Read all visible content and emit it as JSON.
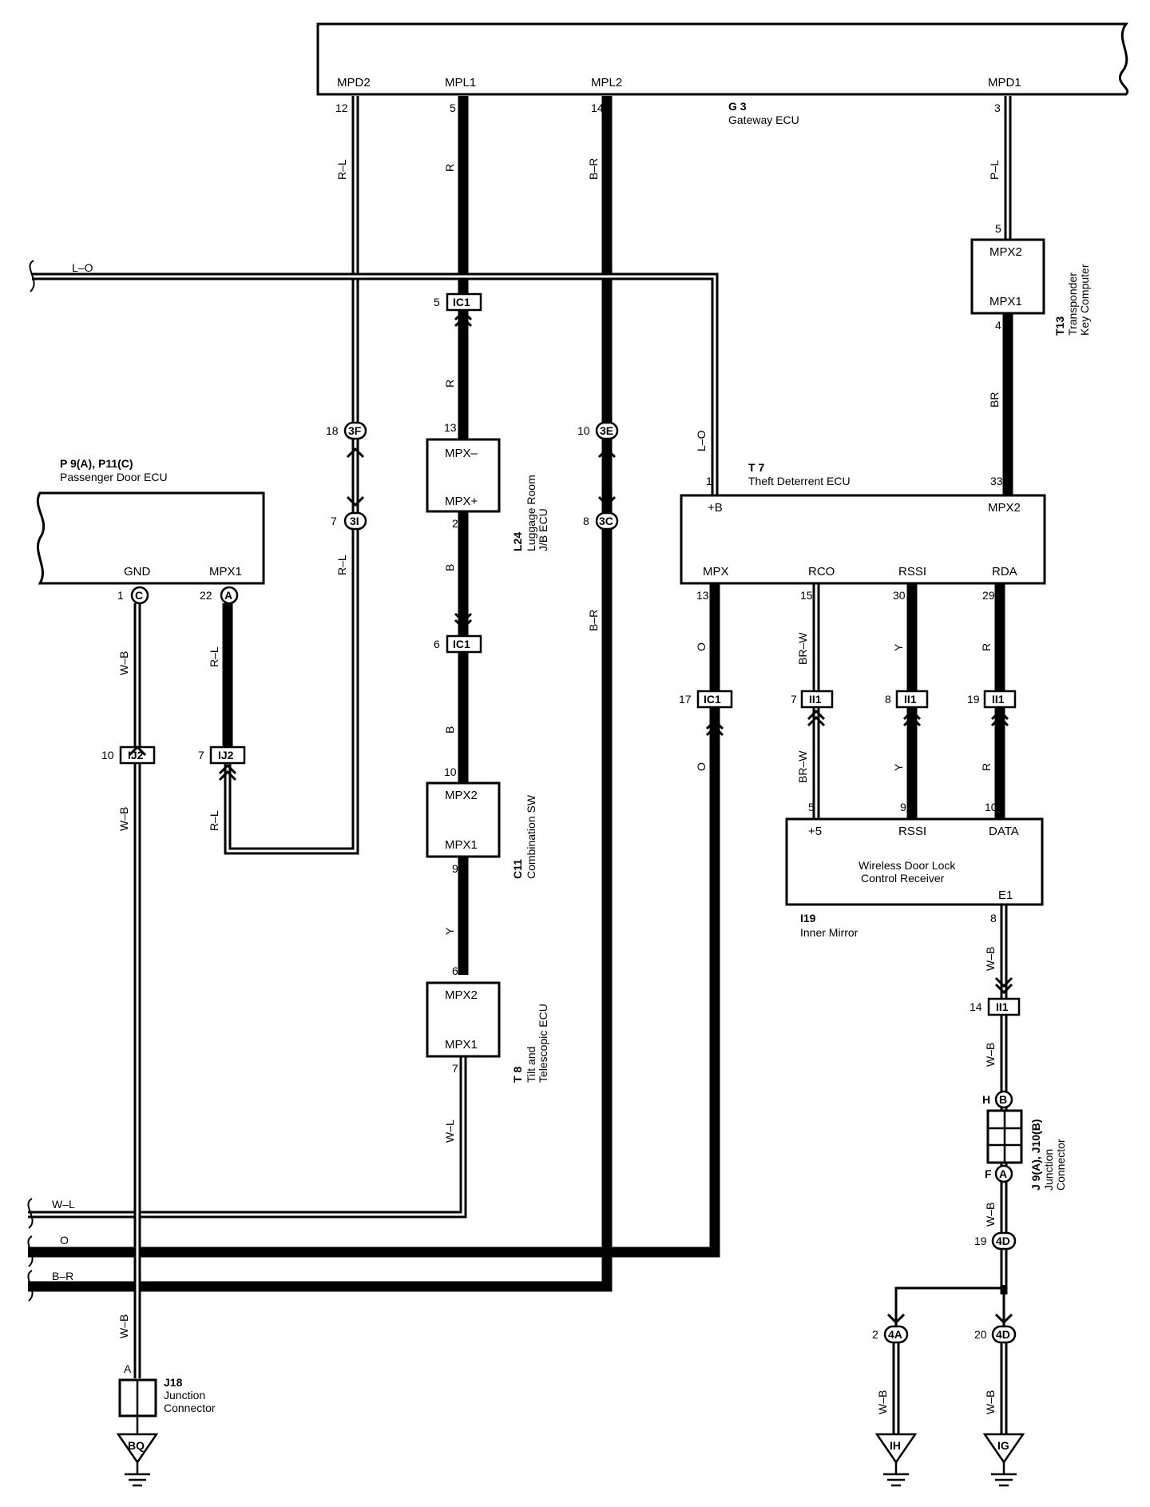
{
  "gateway": {
    "code": "G 3",
    "name": "Gateway ECU",
    "pins": [
      "MPD2",
      "MPL1",
      "MPL2",
      "MPD1"
    ],
    "pin_numbers": [
      "12",
      "5",
      "14",
      "3"
    ]
  },
  "passenger": {
    "code": "P 9(A), P11(C)",
    "name": "Passenger Door ECU",
    "pins": [
      "GND",
      "MPX1"
    ],
    "pin_numbers": [
      "1",
      "22"
    ],
    "letters": [
      "C",
      "A"
    ]
  },
  "luggage": {
    "code": "L24",
    "name1": "Luggage Room",
    "name2": "J/B ECU",
    "pin_top": "MPX–",
    "pin_bot": "MPX+",
    "num_top": "13",
    "num_bot": "2"
  },
  "combination": {
    "code": "C11",
    "name": "Combination SW",
    "pin_top": "MPX2",
    "pin_bot": "MPX1",
    "num_top": "10",
    "num_bot": "9"
  },
  "tilt": {
    "code": "T 8",
    "name1": "Tilt and",
    "name2": "Telescopic ECU",
    "pin_top": "MPX2",
    "pin_bot": "MPX1",
    "num_top": "6",
    "num_bot": "7"
  },
  "transponder": {
    "code": "T13",
    "name1": "Transponder",
    "name2": "Key Computer",
    "pin_top": "MPX2",
    "pin_bot": "MPX1",
    "num_top": "5",
    "num_bot": "4"
  },
  "theft": {
    "code": "T 7",
    "name": "Theft Deterrent ECU",
    "pin_b": "+B",
    "pin_mpx2": "MPX2",
    "pins": [
      "MPX",
      "RCO",
      "RSSI",
      "RDA"
    ],
    "pin_numbers": [
      "13",
      "15",
      "30",
      "29"
    ],
    "num_b": "1",
    "num_mpx2": "33"
  },
  "receiver": {
    "code": "I19",
    "name": "Inner Mirror",
    "title1": "Wireless Door Lock",
    "title2": "Control Receiver",
    "pins": [
      "+5",
      "RSSI",
      "DATA"
    ],
    "pin_numbers": [
      "5",
      "9",
      "10"
    ],
    "pin_e1": "E1",
    "num_e1": "8"
  },
  "j18": {
    "code": "J18",
    "name1": "Junction",
    "name2": "Connector",
    "pin": "A"
  },
  "j9": {
    "code": "J 9(A), J10(B)",
    "name1": "Junction",
    "name2": "Connector",
    "top_letter": "H",
    "top_pin": "B",
    "bot_letter": "F",
    "bot_pin": "A"
  },
  "wire_colors": {
    "lo_top": "L–O",
    "rl1": "R–L",
    "r1": "R",
    "br1": "B–R",
    "pl": "P–L",
    "r2": "R",
    "b1": "B",
    "b2": "B",
    "y1": "Y",
    "wl": "W–L",
    "br_t": "BR",
    "lo2": "L–O",
    "rl2": "R–L",
    "br2": "B–R",
    "wb1": "W–B",
    "rl3": "R–L",
    "wb2": "W–B",
    "rl4": "R–L",
    "o1": "O",
    "o2": "O",
    "brw1": "BR–W",
    "brw2": "BR–W",
    "y2": "Y",
    "y3": "Y",
    "r3": "R",
    "r4": "R",
    "wb3": "W–B",
    "wb4": "W–B",
    "wb5": "W–B",
    "wb6": "W–B",
    "wb7": "W–B",
    "wb8": "W–B",
    "wl_bot": "W–L",
    "o_bot": "O",
    "br_bot": "B–R"
  },
  "connectors": {
    "ic1_a": {
      "num": "5",
      "label": "IC1"
    },
    "ic1_b": {
      "num": "6",
      "label": "IC1"
    },
    "ic1_c": {
      "num": "17",
      "label": "IC1"
    },
    "c3f": {
      "num": "18",
      "label": "3F"
    },
    "c3i": {
      "num": "7",
      "label": "3I"
    },
    "c3e": {
      "num": "10",
      "label": "3E"
    },
    "c3c": {
      "num": "8",
      "label": "3C"
    },
    "ij2_a": {
      "num": "10",
      "label": "IJ2"
    },
    "ij2_b": {
      "num": "7",
      "label": "IJ2"
    },
    "ii1_a": {
      "num": "7",
      "label": "II1"
    },
    "ii1_b": {
      "num": "8",
      "label": "II1"
    },
    "ii1_c": {
      "num": "19",
      "label": "II1"
    },
    "ii1_d": {
      "num": "14",
      "label": "II1"
    },
    "c4d_a": {
      "num": "19",
      "label": "4D"
    },
    "c4a": {
      "num": "2",
      "label": "4A"
    },
    "c4d_b": {
      "num": "20",
      "label": "4D"
    }
  },
  "grounds": [
    "BQ",
    "IH",
    "IG"
  ]
}
